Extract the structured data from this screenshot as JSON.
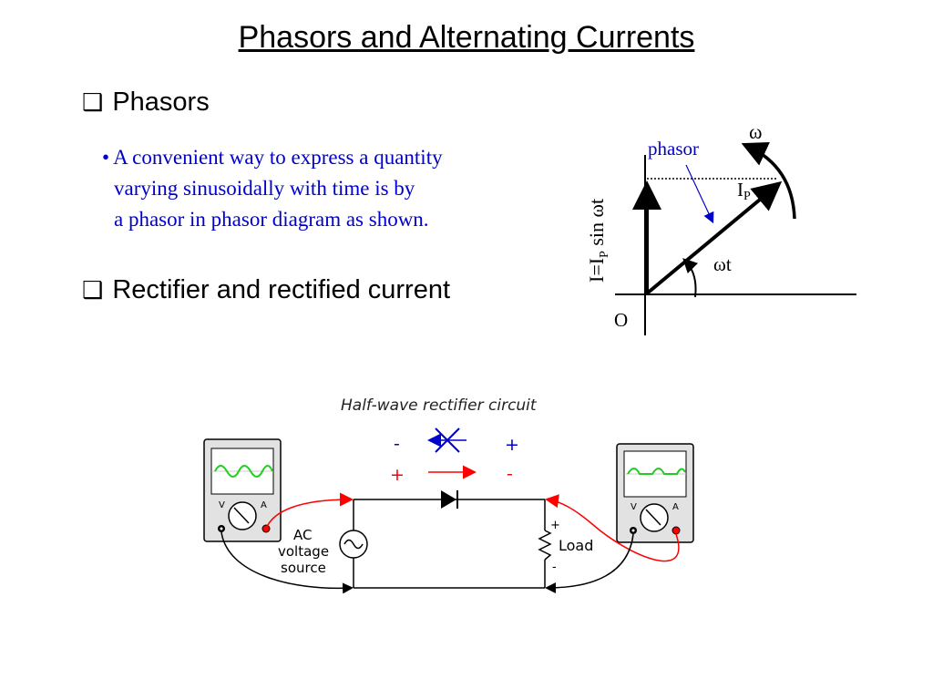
{
  "slide": {
    "title": "Phasors and Alternating Currents",
    "section1": "Phasors",
    "bullet_lines": [
      "A convenient way to express a quantity",
      "varying sinusoidally with time is by",
      "a phasor in phasor diagram as shown."
    ],
    "section2": "Rectifier and rectified current"
  },
  "phasor_diagram": {
    "omega": "ω",
    "phasor": "phasor",
    "ip_main": "I",
    "ip_sub": "P",
    "yaxis_main": "I=I",
    "yaxis_sub": "P",
    "yaxis_tail": " sin ωt",
    "angle": "ωt",
    "origin": "O"
  },
  "circuit": {
    "title": "Half-wave rectifier circuit",
    "source_label": [
      "AC",
      "voltage",
      "source"
    ],
    "load_label": "Load",
    "load_plus": "+",
    "load_minus": "-",
    "top_minus": "-",
    "top_plus": "+",
    "bottom_plus": "+",
    "bottom_minus": "-",
    "meter_v": "V",
    "meter_a": "A"
  },
  "colors": {
    "blue": "#0000cc",
    "red": "#ff0000",
    "green": "#22cc22"
  }
}
